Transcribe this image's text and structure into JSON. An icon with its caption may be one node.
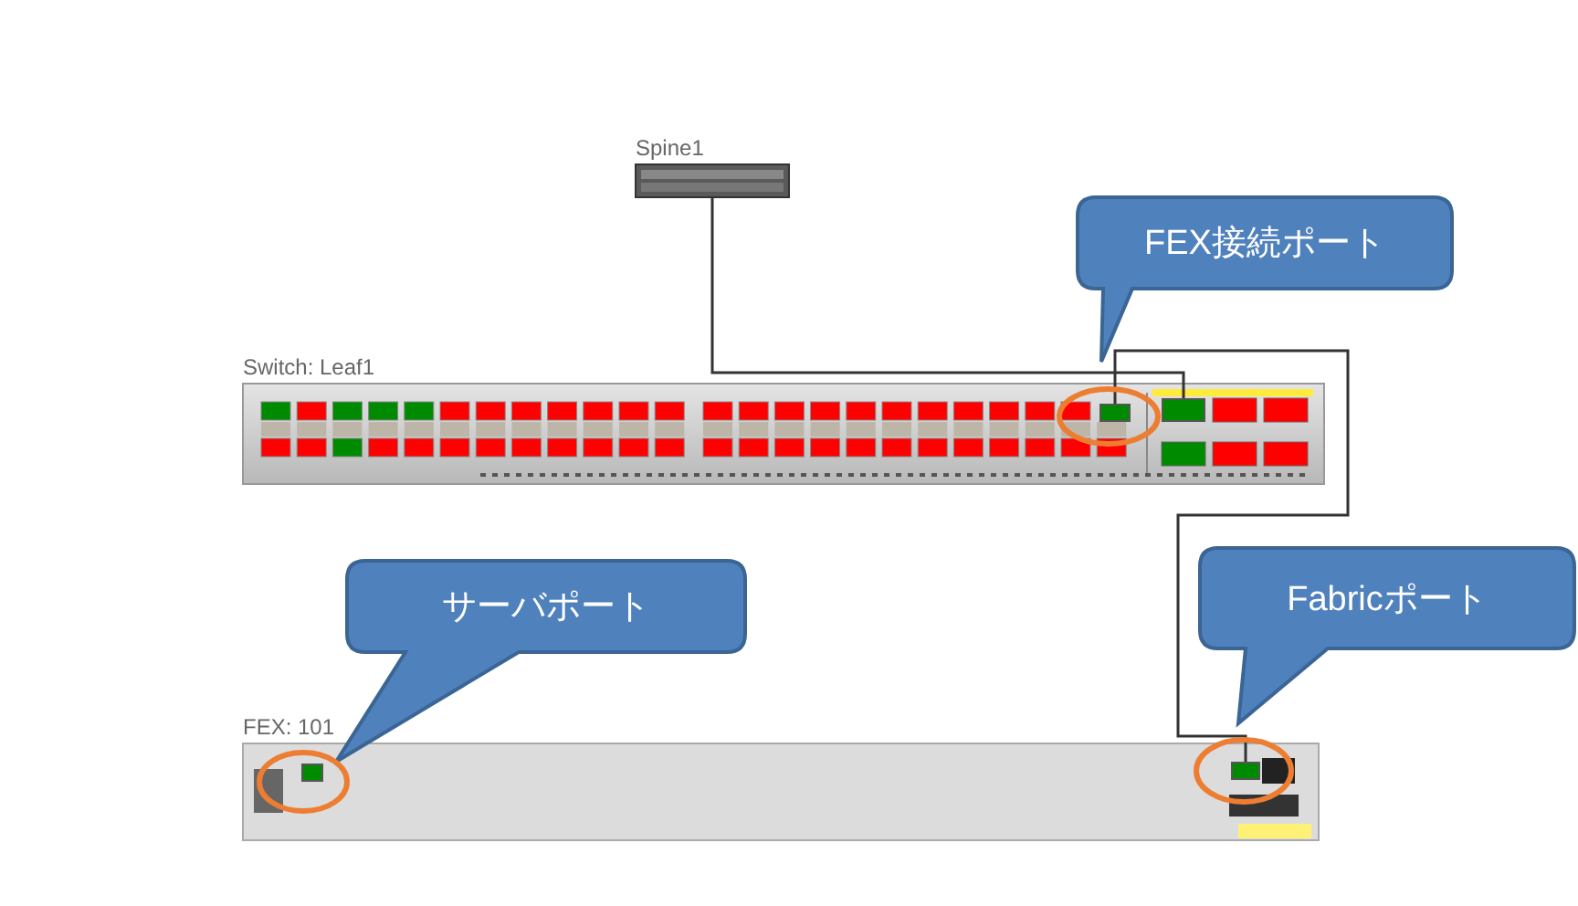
{
  "diagram": {
    "nodes": [
      {
        "text": [
          "Spine1"
        ]
      },
      {
        "text": [
          "FEX接続ポート"
        ]
      },
      {
        "text": [
          "Switch: Leaf1"
        ]
      },
      {
        "text": [],
        "shape": "box",
        "in": 2
      },
      {
        "text": [],
        "shape": "box",
        "in": 2
      },
      {
        "text": [
          "サーバポート"
        ]
      },
      {
        "text": [
          "Fabricポート"
        ]
      },
      {
        "text": [
          "FEX: 101"
        ]
      },
      {
        "text": [],
        "shape": "box",
        "in": 7
      },
      {
        "text": [],
        "shape": "box",
        "in": 7
      }
    ],
    "edges": [
      {
        "from": 0,
        "to": 4,
        "arrow": "none"
      },
      {
        "from": 3,
        "to": 9,
        "arrow": "none"
      }
    ]
  }
}
